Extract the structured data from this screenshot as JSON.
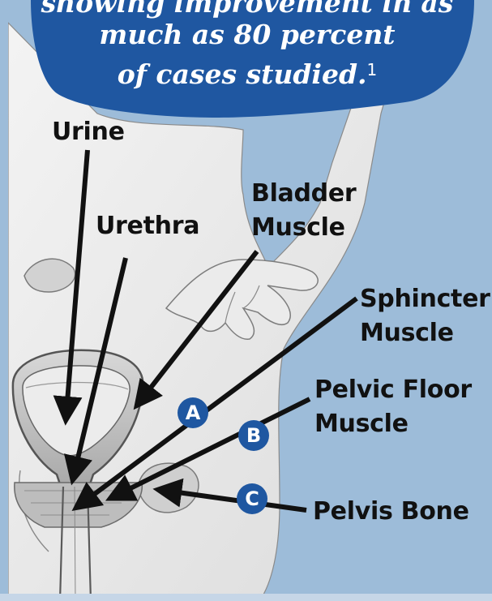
{
  "callout": {
    "line1": "showing improvement in as",
    "line2": "much as 80 percent",
    "line3": "of cases studied.",
    "footnote": "1"
  },
  "labels": {
    "urine": "Urine",
    "urethra": "Urethra",
    "bladder_line1": "Bladder",
    "bladder_line2": "Muscle",
    "sphincter_line1": "Sphincter",
    "sphincter_line2": "Muscle",
    "pelvic_floor_line1": "Pelvic Floor",
    "pelvic_floor_line2": "Muscle",
    "pelvis_bone": "Pelvis Bone"
  },
  "markers": {
    "a": "A",
    "b": "B",
    "c": "C"
  },
  "colors": {
    "background": "#9dbcd9",
    "callout_fill": "#1f57a1",
    "marker_fill": "#1f57a1",
    "label_text": "#111111"
  }
}
